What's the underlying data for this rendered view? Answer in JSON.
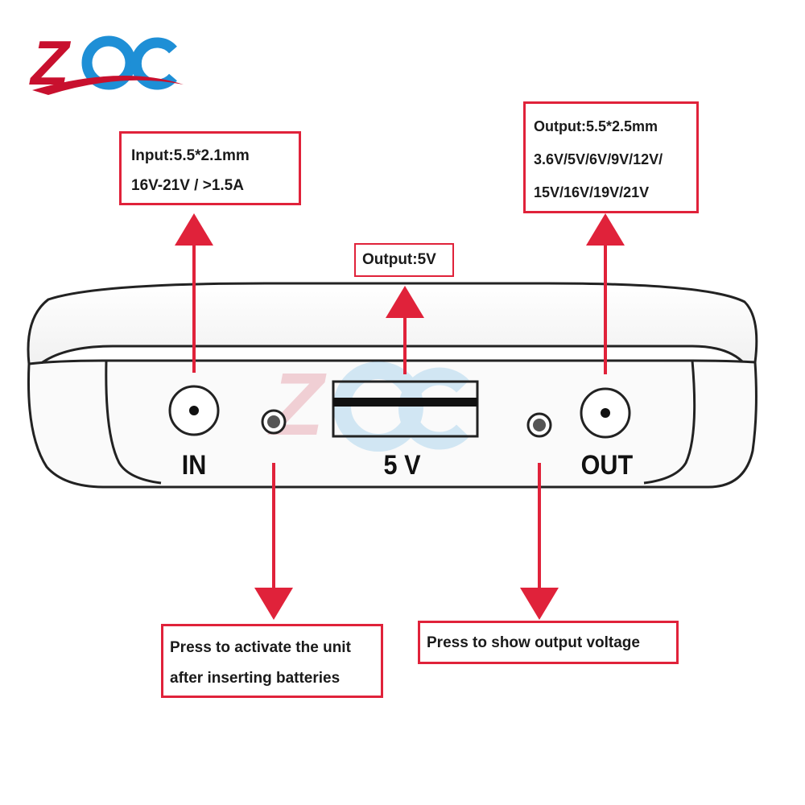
{
  "logo": {
    "text": "ZQC",
    "color_primary": "#c8102e",
    "color_secondary": "#1e8fd6"
  },
  "callouts": {
    "input": {
      "line1": "Input:5.5*2.1mm",
      "line2": "16V-21V / >1.5A"
    },
    "usb_output": {
      "line1": "Output:5V"
    },
    "output": {
      "line1": "Output:5.5*2.5mm",
      "line2": "3.6V/5V/6V/9V/12V/",
      "line3": "15V/16V/19V/21V"
    },
    "activate_button": {
      "line1": "Press to activate the unit",
      "line2": "after inserting batteries"
    },
    "voltage_button": {
      "line1": "Press to show output voltage"
    }
  },
  "ports": {
    "in_label": "IN",
    "usb_label": "5 V",
    "out_label": "OUT"
  },
  "colors": {
    "accent": "#e0223a",
    "outline": "#222222"
  }
}
